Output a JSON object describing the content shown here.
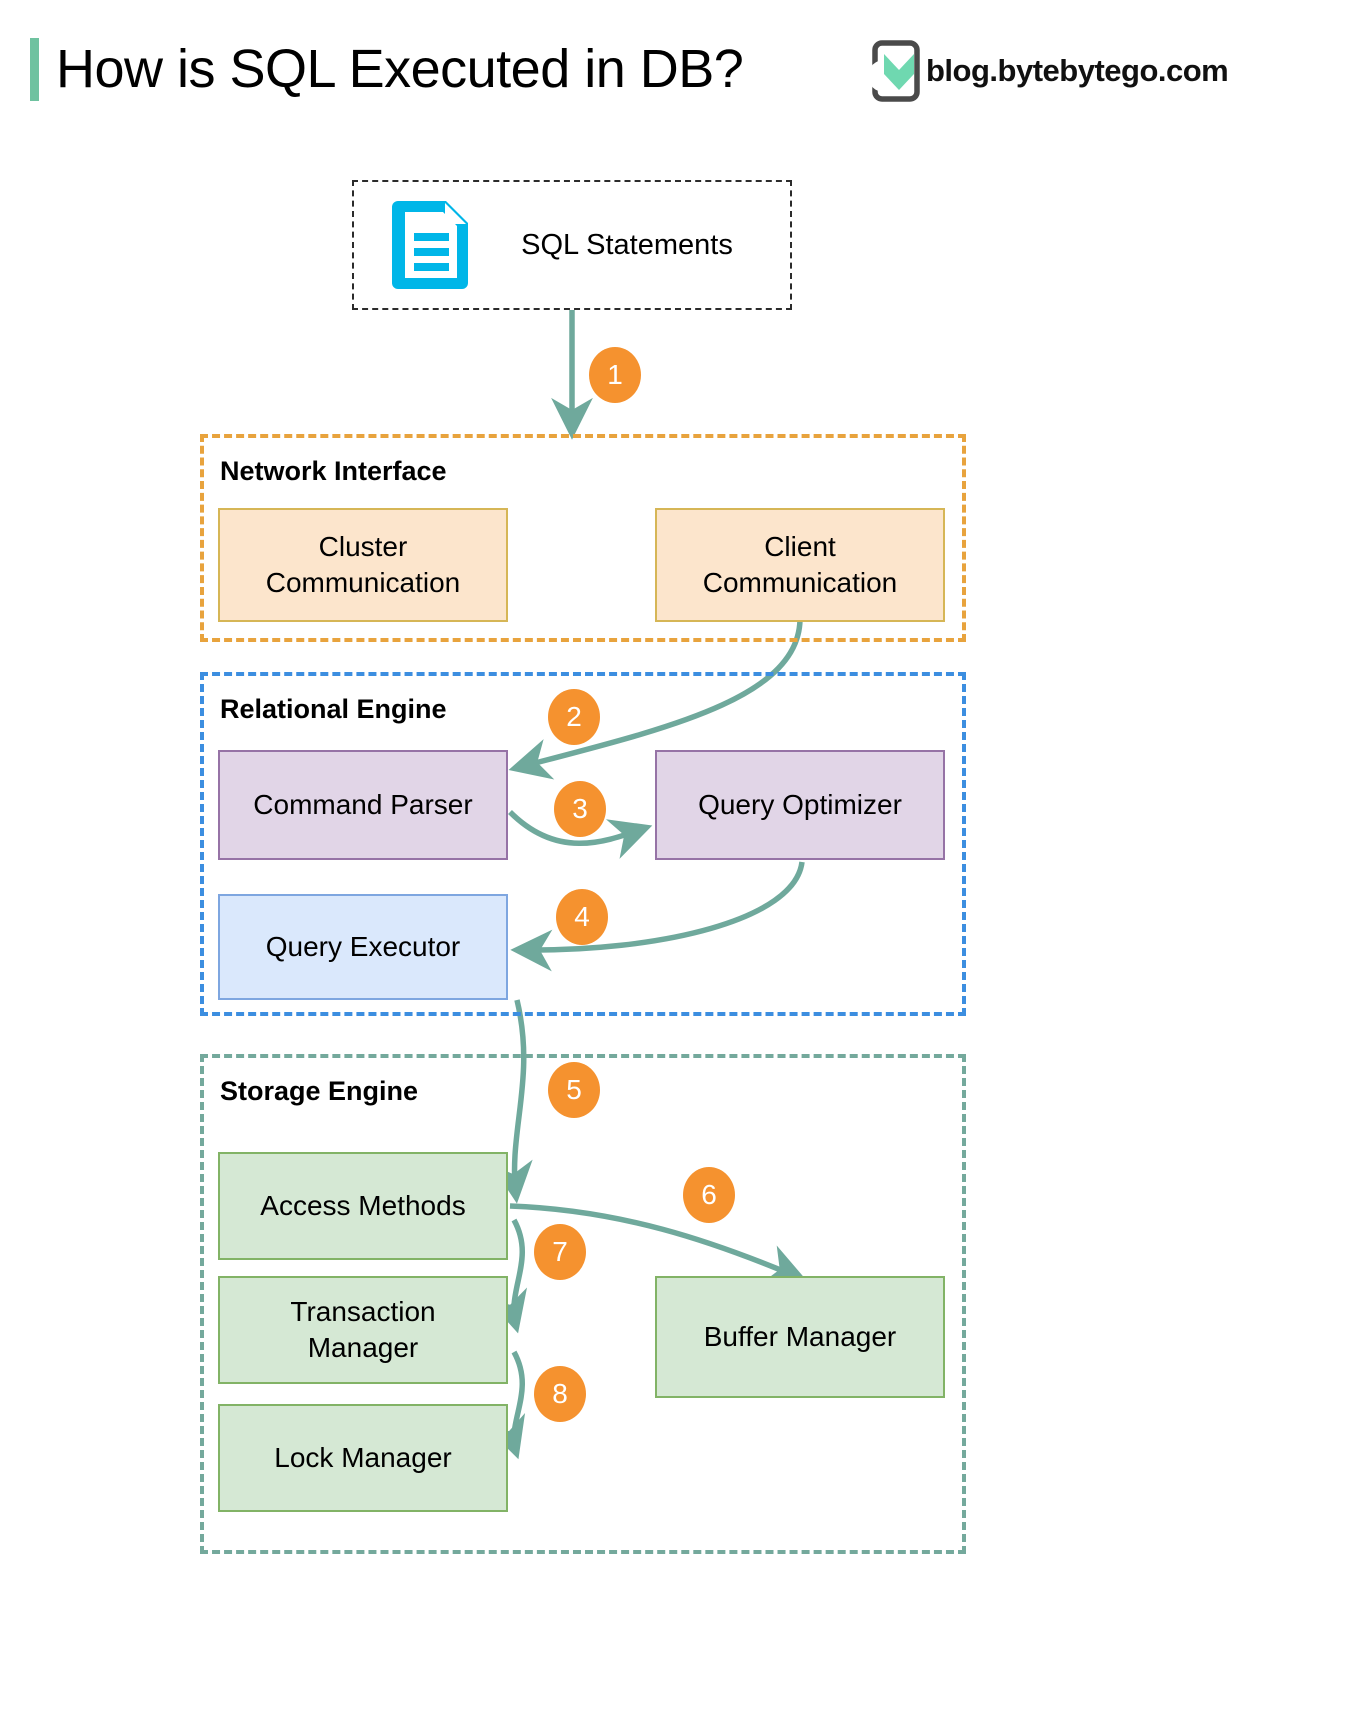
{
  "header": {
    "title": "How is SQL Executed in DB?",
    "accent_color": "#6FC2A0",
    "brand": {
      "text": "blog.bytebytego.com",
      "logo_icon": "bytebytego-logo-icon",
      "logo_color": "#6FD8B0",
      "logo_outline": "#4A4A4A"
    }
  },
  "source": {
    "label": "SQL Statements",
    "icon": "document-icon",
    "icon_color": "#00B6E8",
    "border_color": "#2b2b2b"
  },
  "groups": [
    {
      "key": "network_interface",
      "label": "Network Interface",
      "border_color": "#E8A33D",
      "nodes": [
        {
          "key": "cluster_communication",
          "label": "Cluster\nCommunication",
          "fill": "#FCE5CC",
          "stroke": "#D6B656"
        },
        {
          "key": "client_communication",
          "label": "Client\nCommunication",
          "fill": "#FCE5CC",
          "stroke": "#D6B656"
        }
      ]
    },
    {
      "key": "relational_engine",
      "label": "Relational Engine",
      "border_color": "#3C8EE0",
      "nodes": [
        {
          "key": "command_parser",
          "label": "Command Parser",
          "fill": "#E1D5E7",
          "stroke": "#9673A6"
        },
        {
          "key": "query_optimizer",
          "label": "Query Optimizer",
          "fill": "#E1D5E7",
          "stroke": "#9673A6"
        },
        {
          "key": "query_executor",
          "label": "Query Executor",
          "fill": "#DAE8FC",
          "stroke": "#7EA6E0"
        }
      ]
    },
    {
      "key": "storage_engine",
      "label": "Storage Engine",
      "border_color": "#74A99C",
      "nodes": [
        {
          "key": "access_methods",
          "label": "Access Methods",
          "fill": "#D5E8D4",
          "stroke": "#82B366"
        },
        {
          "key": "transaction_manager",
          "label": "Transaction\nManager",
          "fill": "#D5E8D4",
          "stroke": "#82B366"
        },
        {
          "key": "lock_manager",
          "label": "Lock Manager",
          "fill": "#D5E8D4",
          "stroke": "#82B366"
        },
        {
          "key": "buffer_manager",
          "label": "Buffer Manager",
          "fill": "#D5E8D4",
          "stroke": "#82B366"
        }
      ]
    }
  ],
  "steps": [
    {
      "number": "1",
      "from": "SQL Statements",
      "to": "Network Interface"
    },
    {
      "number": "2",
      "from": "Client Communication",
      "to": "Command Parser"
    },
    {
      "number": "3",
      "from": "Command Parser",
      "to": "Query Optimizer"
    },
    {
      "number": "4",
      "from": "Query Optimizer",
      "to": "Query Executor"
    },
    {
      "number": "5",
      "from": "Query Executor",
      "to": "Access Methods"
    },
    {
      "number": "6",
      "from": "Access Methods",
      "to": "Buffer Manager"
    },
    {
      "number": "7",
      "from": "Access Methods",
      "to": "Transaction Manager"
    },
    {
      "number": "8",
      "from": "Transaction Manager",
      "to": "Lock Manager"
    }
  ],
  "colors": {
    "badge_fill": "#F5922F",
    "arrow": "#6FA99C"
  }
}
